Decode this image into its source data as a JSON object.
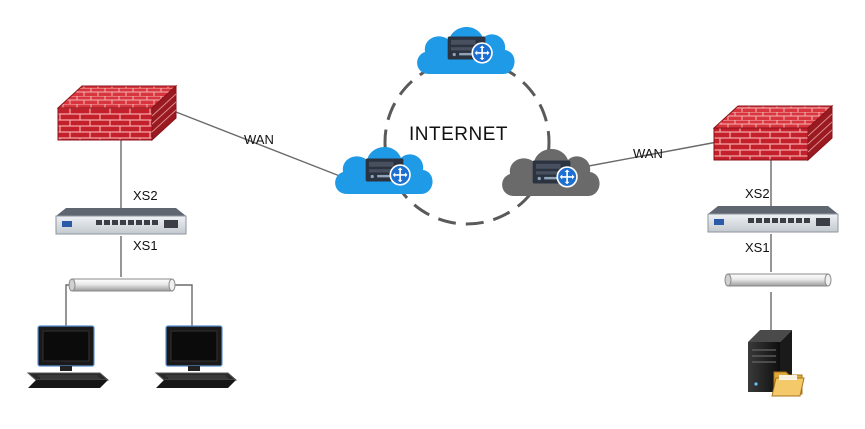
{
  "labels": {
    "internet": "INTERNET",
    "wan_left": "WAN",
    "wan_right": "WAN",
    "xs2_left": "XS2",
    "xs1_left": "XS1",
    "xs2_right": "XS2",
    "xs1_right": "XS1"
  },
  "colors": {
    "firewall_brick": "#c4202b",
    "firewall_mortar": "#f2a7a7",
    "cloud_blue": "#1f9ae6",
    "cloud_gray": "#6a6a6a",
    "router_dark": "#2c3340",
    "link_line": "#6a6a6a",
    "ring_dash": "#5a5a5a"
  }
}
